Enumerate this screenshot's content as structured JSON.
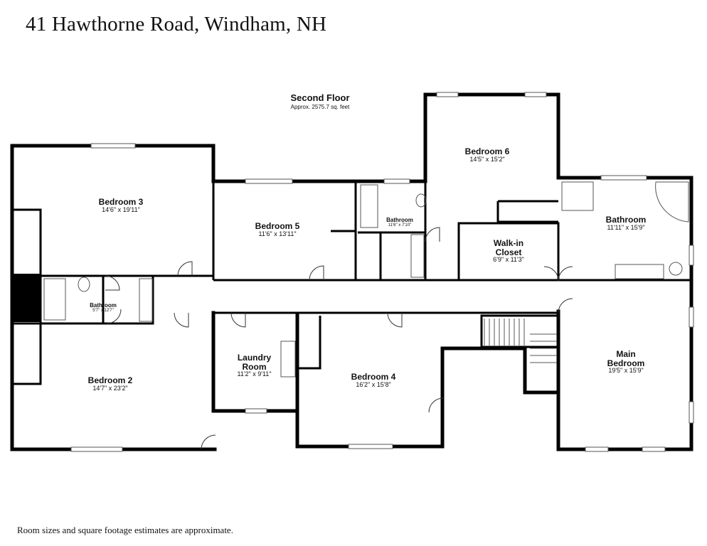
{
  "title": "41 Hawthorne Road, Windham, NH",
  "floor": {
    "name": "Second Floor",
    "area": "Approx. 2575.7 sq. feet"
  },
  "rooms": {
    "bedroom3": {
      "name": "Bedroom 3",
      "dims": "14'6\" x 19'11\""
    },
    "bedroom5": {
      "name": "Bedroom 5",
      "dims": "11'6\" x 13'11\""
    },
    "bathroom_small_upper": {
      "name": "Bathroom",
      "dims": "11'6\" x 7'10\""
    },
    "bedroom6": {
      "name": "Bedroom 6",
      "dims": "14'5\" x 15'2\""
    },
    "walkin": {
      "name1": "Walk-in",
      "name2": "Closet",
      "dims": "6'9\" x 11'3\""
    },
    "bathroom_main": {
      "name": "Bathroom",
      "dims": "11'11\" x 15'9\""
    },
    "bathroom_left": {
      "name": "Bathroom",
      "dims": "5'7\" x 12'7\""
    },
    "bedroom2": {
      "name": "Bedroom 2",
      "dims": "14'7\" x 23'2\""
    },
    "laundry": {
      "name1": "Laundry",
      "name2": "Room",
      "dims": "11'2\" x 9'11\""
    },
    "bedroom4": {
      "name": "Bedroom 4",
      "dims": "16'2\" x 15'8\""
    },
    "main_bedroom": {
      "name1": "Main",
      "name2": "Bedroom",
      "dims": "19'5\" x 15'9\""
    }
  },
  "footnote": "Room sizes and square footage estimates are approximate."
}
